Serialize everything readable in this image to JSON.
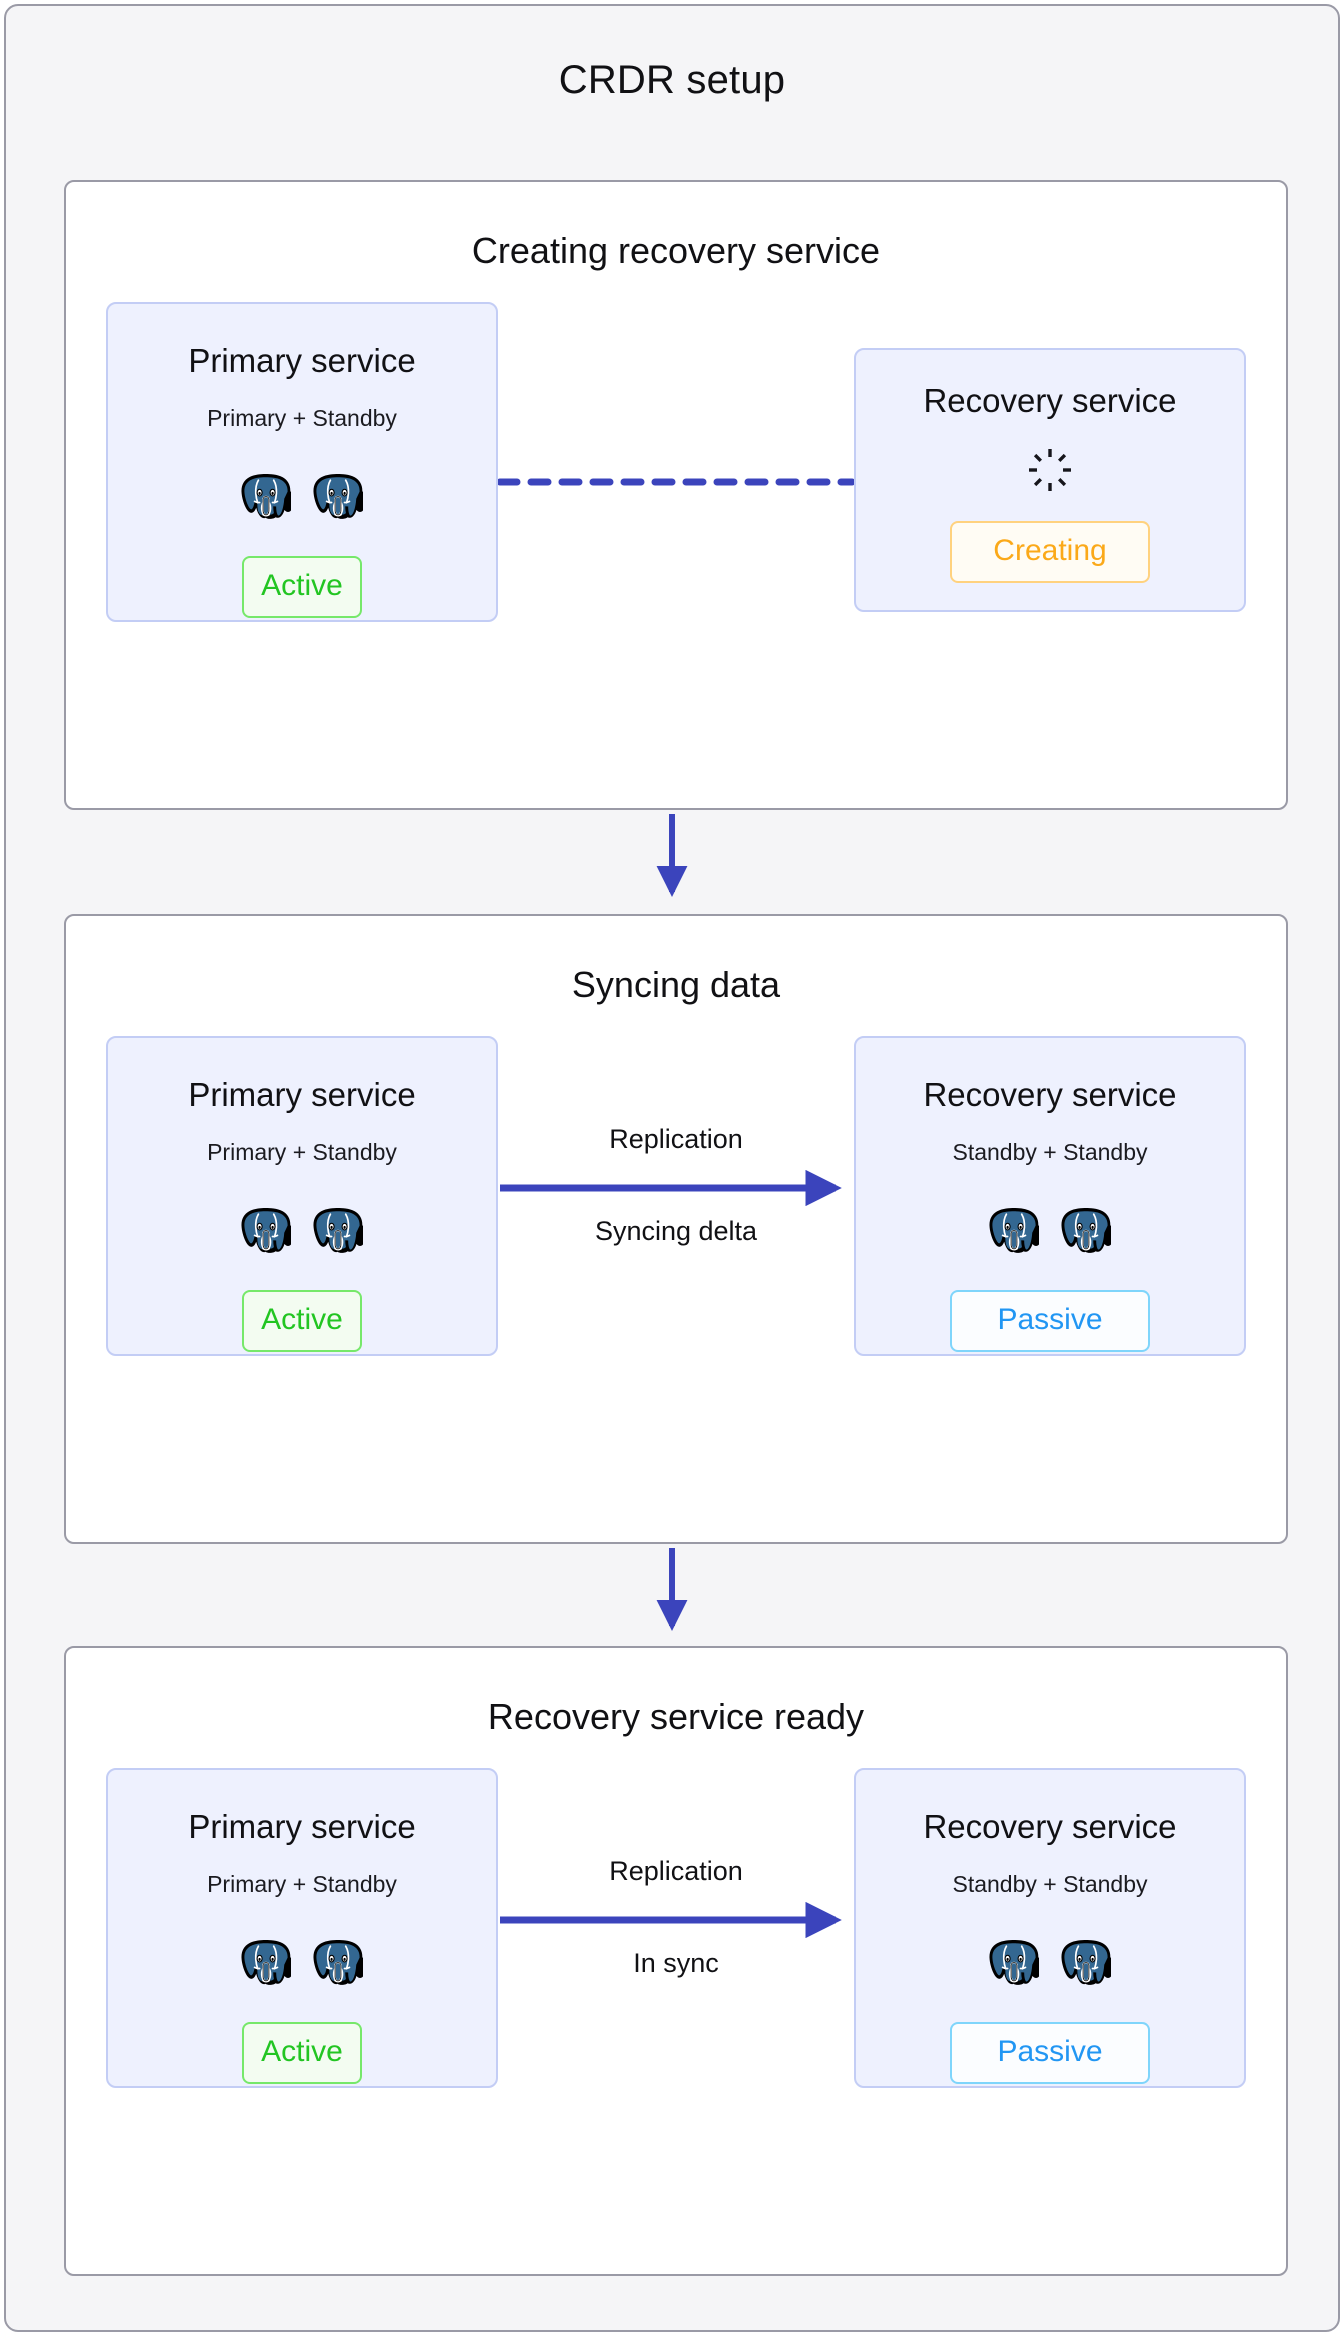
{
  "diagram": {
    "title": "CRDR setup",
    "colors": {
      "frame_bg": "#f5f5f7",
      "frame_border": "#9a9aa6",
      "panel_bg": "#ffffff",
      "card_bg": "#eef1fe",
      "card_border": "#c3cdf5",
      "arrow_indigo": "#3b44bc",
      "active_green": "#22c522",
      "passive_blue": "#2196f3",
      "creating_orange": "#fba919",
      "postgres_blue": "#336791"
    }
  },
  "stages": [
    {
      "title": "Creating recovery service",
      "left_card": {
        "title": "Primary service",
        "subtitle": "Primary + Standby",
        "node_icon": "postgres-elephant-icon",
        "node_count": 2,
        "badge": "Active",
        "badge_kind": "active"
      },
      "right_card": {
        "title": "Recovery service",
        "subtitle": "",
        "node_icon": "spinner-icon",
        "node_count": 0,
        "badge": "Creating",
        "badge_kind": "creating"
      },
      "connector": {
        "kind": "dashed-line",
        "label_top": "",
        "label_bottom": "",
        "has_arrowhead": false
      }
    },
    {
      "title": "Syncing data",
      "left_card": {
        "title": "Primary service",
        "subtitle": "Primary + Standby",
        "node_icon": "postgres-elephant-icon",
        "node_count": 2,
        "badge": "Active",
        "badge_kind": "active"
      },
      "right_card": {
        "title": "Recovery service",
        "subtitle": "Standby + Standby",
        "node_icon": "postgres-elephant-icon",
        "node_count": 2,
        "badge": "Passive",
        "badge_kind": "passive"
      },
      "connector": {
        "kind": "solid-arrow",
        "label_top": "Replication",
        "label_bottom": "Syncing delta",
        "has_arrowhead": true
      }
    },
    {
      "title": "Recovery service ready",
      "left_card": {
        "title": "Primary service",
        "subtitle": "Primary + Standby",
        "node_icon": "postgres-elephant-icon",
        "node_count": 2,
        "badge": "Active",
        "badge_kind": "active"
      },
      "right_card": {
        "title": "Recovery service",
        "subtitle": "Standby + Standby",
        "node_icon": "postgres-elephant-icon",
        "node_count": 2,
        "badge": "Passive",
        "badge_kind": "passive"
      },
      "connector": {
        "kind": "solid-arrow",
        "label_top": "Replication",
        "label_bottom": "In sync",
        "has_arrowhead": true
      }
    }
  ],
  "flow_arrows": [
    {
      "from": "Creating recovery service",
      "to": "Syncing data"
    },
    {
      "from": "Syncing data",
      "to": "Recovery service ready"
    }
  ]
}
